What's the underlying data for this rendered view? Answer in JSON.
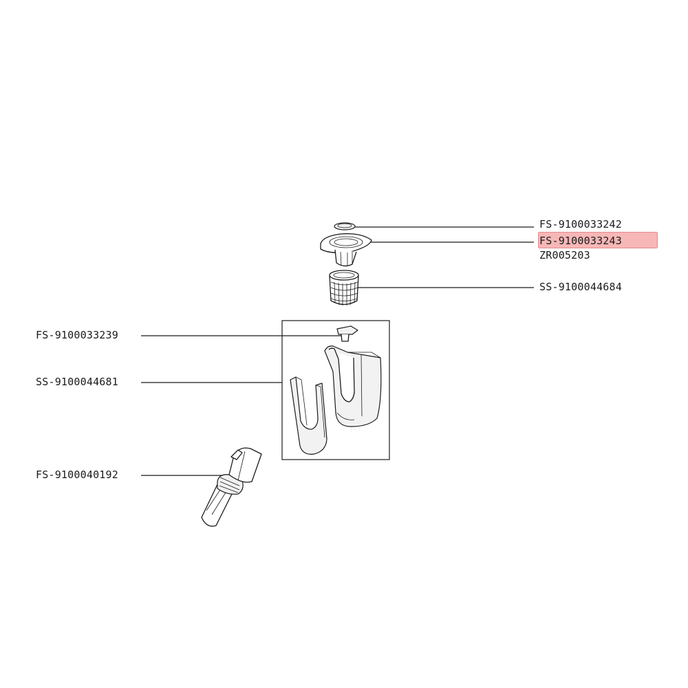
{
  "colors": {
    "line": "#1a1a1a",
    "highlight_fill": "#f7b7b7",
    "highlight_border": "#e88a8a"
  },
  "labels": {
    "top_cap": "FS-9100033242",
    "filter_holder": "FS-9100033243",
    "filter_holder_alt": "ZR005203",
    "mesh_filter": "SS-9100044684",
    "small_clip": "FS-9100033239",
    "dust_container": "SS-9100044681",
    "nozzle_tool": "FS-9100040192"
  },
  "highlighted_label": "filter_holder"
}
